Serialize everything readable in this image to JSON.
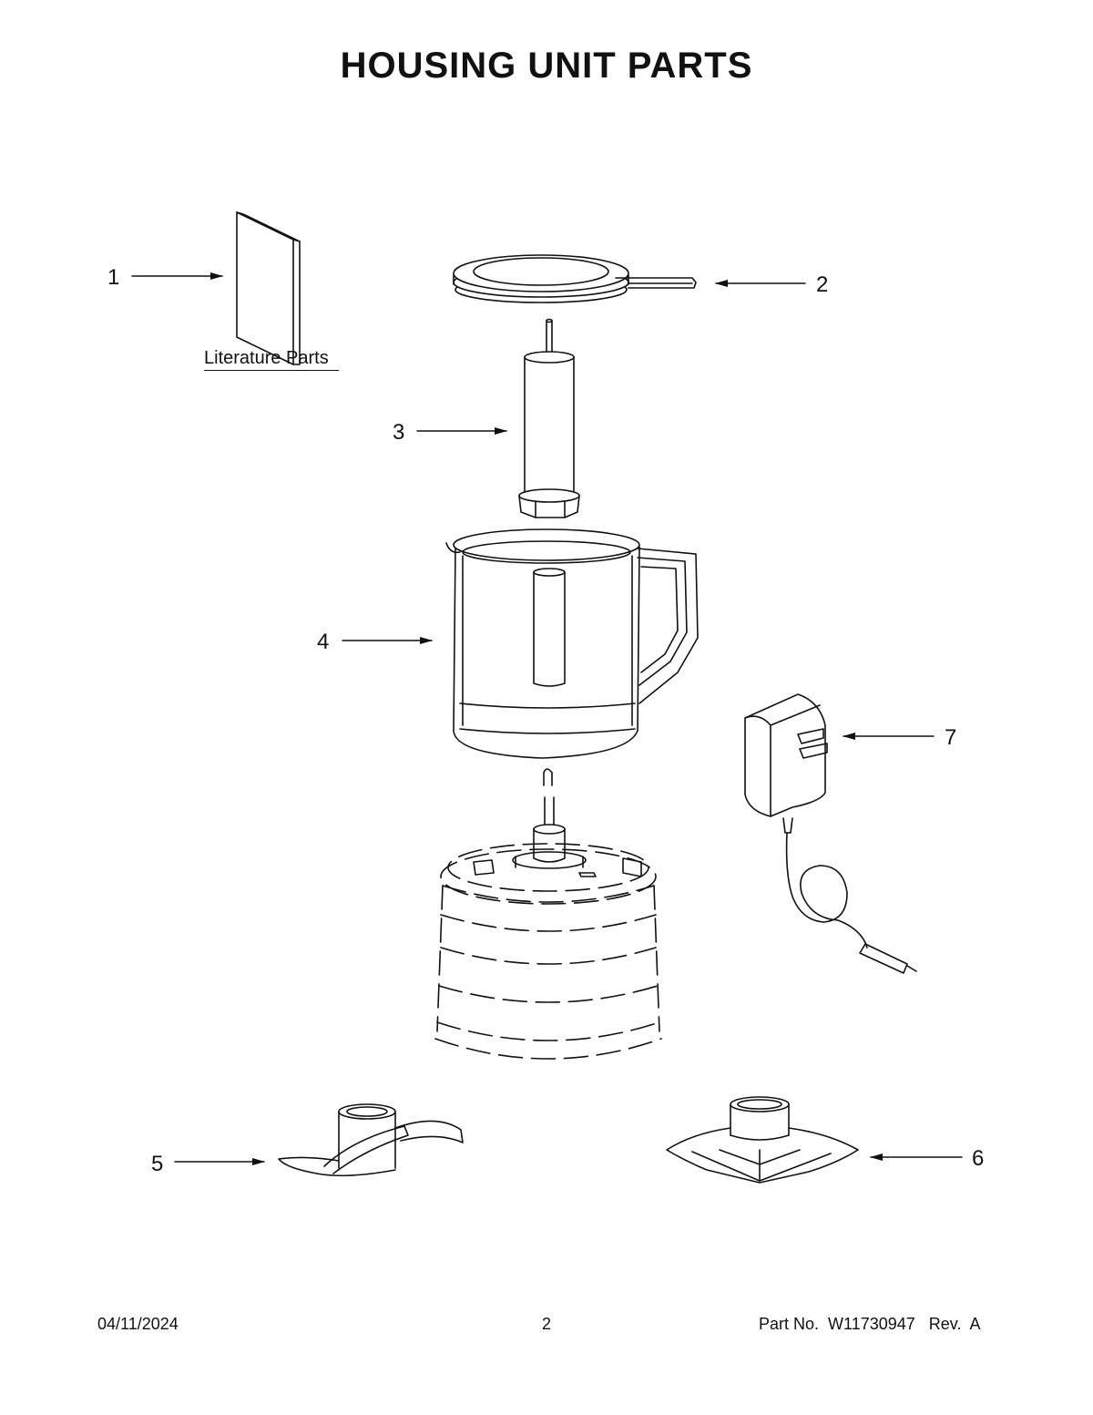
{
  "page": {
    "title": "HOUSING UNIT PARTS",
    "literature_label": "Literature Parts"
  },
  "callouts": [
    {
      "id": "1",
      "label": "1"
    },
    {
      "id": "2",
      "label": "2"
    },
    {
      "id": "3",
      "label": "3"
    },
    {
      "id": "4",
      "label": "4"
    },
    {
      "id": "5",
      "label": "5"
    },
    {
      "id": "6",
      "label": "6"
    },
    {
      "id": "7",
      "label": "7"
    }
  ],
  "footer": {
    "date": "04/11/2024",
    "page_number": "2",
    "part_info": "Part No.  W11730947   Rev.  A"
  },
  "colors": {
    "ink": "#111111",
    "background": "#ffffff"
  }
}
